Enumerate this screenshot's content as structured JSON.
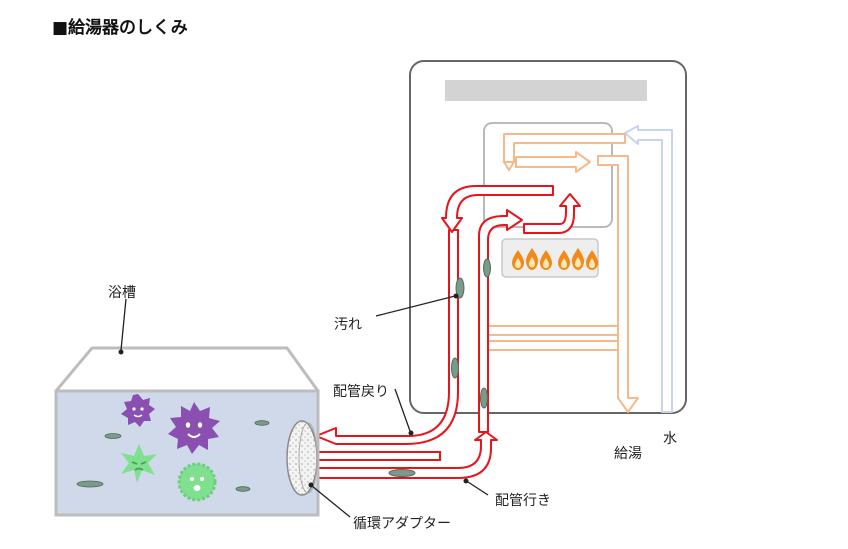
{
  "title": "■給湯器のしくみ",
  "labels": {
    "bathtub": "浴槽",
    "dirt": "汚れ",
    "return_pipe": "配管戻り",
    "supply_pipe": "配管行き",
    "adapter": "循環アダプター",
    "hot_water": "給湯",
    "water": "水"
  },
  "colors": {
    "pipe_red": "#e8141c",
    "hot_orange": "#f5b98c",
    "cold_blue": "#c9d4ec",
    "unit_outline": "#666666",
    "water_fill": "#cfd9ea",
    "flame": "#f08a1a"
  },
  "icons": [
    "flame-icon",
    "germ-icon",
    "arrow-icon"
  ]
}
